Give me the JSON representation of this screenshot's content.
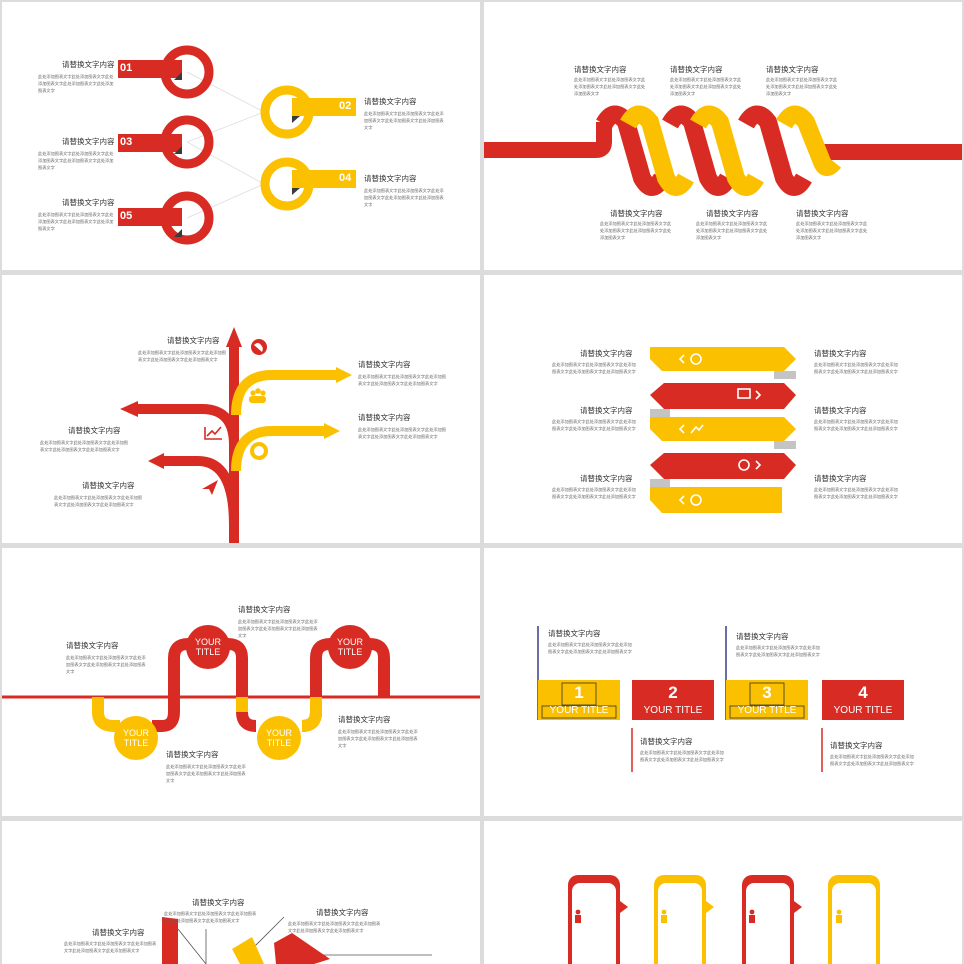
{
  "colors": {
    "red": "#d82b23",
    "yellow": "#fbc100",
    "dark": "#3b3b3b",
    "gray": "#c4c4c4"
  },
  "placeholder_title": "请替换文字内容",
  "placeholder_body": "此处添加图表文字此处添加图表文字此处添加图表文字此处添加图表文字此处添加图表文字",
  "slide1": {
    "numbers": [
      "01",
      "02",
      "03",
      "04",
      "05"
    ]
  },
  "slide5": {
    "bubble_label_line1": "YOUR",
    "bubble_label_line2": "TITLE"
  },
  "slide6": {
    "numbers": [
      "1",
      "2",
      "3",
      "4"
    ],
    "box_label": "YOUR TITLE"
  },
  "icons": [
    "globe-icon",
    "people-icon",
    "chart-icon",
    "lifebuoy-icon",
    "paper-plane-icon",
    "target-icon",
    "monitor-icon",
    "growth-chart-icon",
    "settings-icon",
    "pencil-icon",
    "businessman-icon"
  ]
}
